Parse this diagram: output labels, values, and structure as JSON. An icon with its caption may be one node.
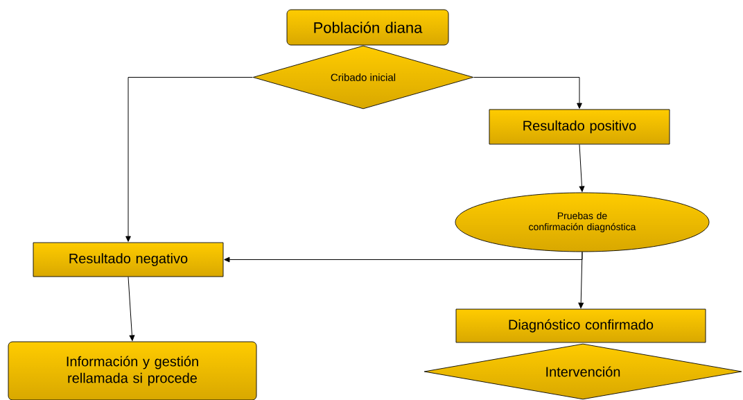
{
  "diagram": {
    "nodes": [
      {
        "text": [
          "Población diana"
        ]
      },
      {
        "text": [
          "Cribado inicial"
        ]
      },
      {
        "text": [
          "Resultado positivo"
        ]
      },
      {
        "text": [
          "Pruebas de confirmación diagnóstica"
        ]
      },
      {
        "text": [
          "Resultado negativo"
        ]
      },
      {
        "text": [
          "Diagnóstico confirmado"
        ]
      },
      {
        "text": [
          "Información y gestión rellamada si procede"
        ]
      },
      {
        "text": [
          "Intervención"
        ]
      }
    ],
    "edges": [
      {
        "from": 1,
        "to": 4,
        "arrow": "to"
      },
      {
        "from": 1,
        "to": 2,
        "arrow": "to"
      },
      {
        "from": 2,
        "to": 3,
        "arrow": "to"
      },
      {
        "from": 3,
        "to": 4,
        "arrow": "to"
      },
      {
        "from": 3,
        "to": 5,
        "arrow": "to"
      },
      {
        "from": 4,
        "to": 6,
        "arrow": "to"
      }
    ]
  }
}
